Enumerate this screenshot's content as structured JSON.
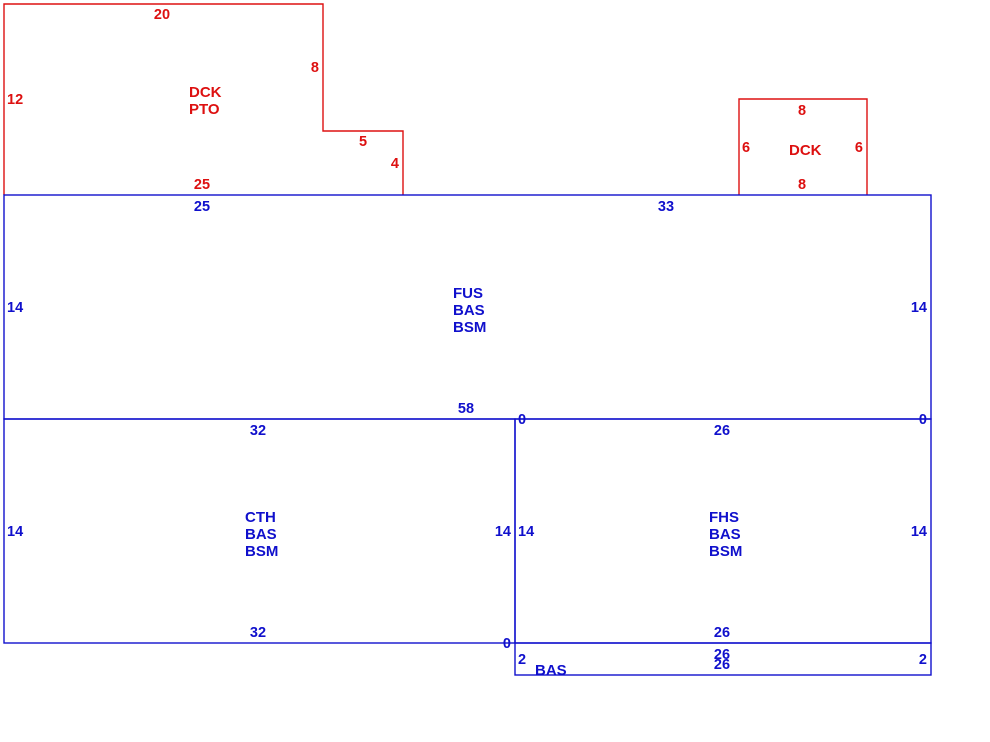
{
  "colors": {
    "blue": "#1010cc",
    "red": "#dd1010",
    "background": "#ffffff"
  },
  "areas": [
    {
      "id": "upper-deck",
      "color": "red",
      "codes": [
        "DCK",
        "PTO"
      ],
      "dims": [
        "20",
        "12",
        "8",
        "5",
        "4",
        "25"
      ]
    },
    {
      "id": "small-deck",
      "color": "red",
      "codes": [
        "DCK"
      ],
      "dims": [
        "8",
        "6",
        "6",
        "8"
      ]
    },
    {
      "id": "main-fus",
      "color": "blue",
      "codes": [
        "FUS",
        "BAS",
        "BSM"
      ],
      "dims": [
        "25",
        "33",
        "14",
        "14",
        "58",
        "0",
        "0"
      ]
    },
    {
      "id": "cth",
      "color": "blue",
      "codes": [
        "CTH",
        "BAS",
        "BSM"
      ],
      "dims": [
        "32",
        "14",
        "14",
        "32",
        "0"
      ]
    },
    {
      "id": "fhs",
      "color": "blue",
      "codes": [
        "FHS",
        "BAS",
        "BSM"
      ],
      "dims": [
        "26",
        "14",
        "14",
        "26"
      ]
    },
    {
      "id": "bottom-strip",
      "color": "blue",
      "codes": [
        "BAS"
      ],
      "dims": [
        "26",
        "26",
        "2",
        "2"
      ]
    }
  ]
}
